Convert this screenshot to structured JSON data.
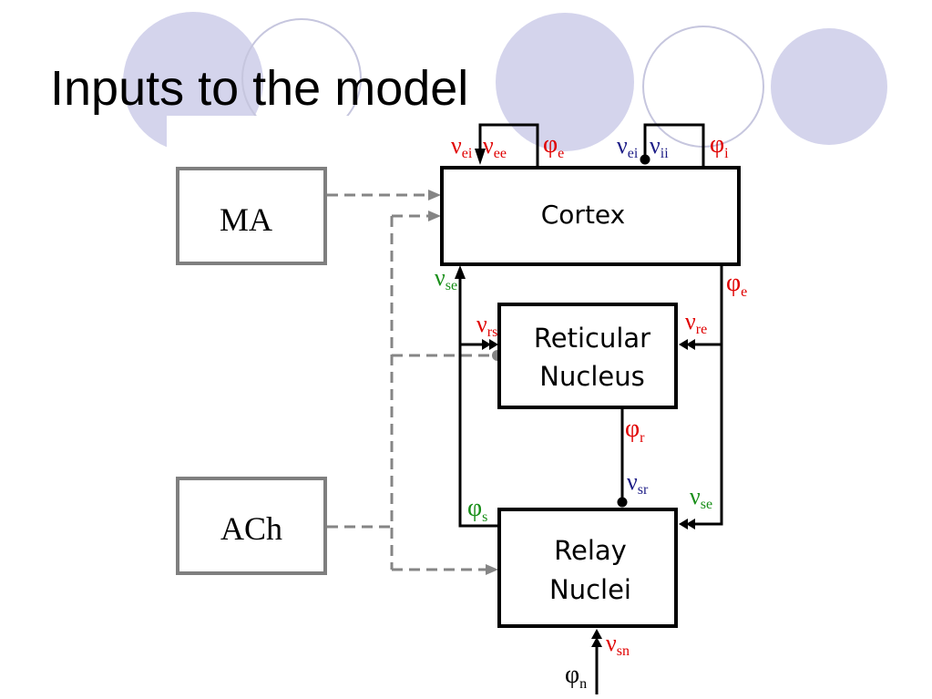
{
  "slide": {
    "title": "Inputs to the model"
  },
  "diagram": {
    "boxes": {
      "ma": "MA",
      "ach": "ACh",
      "cortex": "Cortex",
      "reticular": [
        "Reticular",
        "Nucleus"
      ],
      "relay": [
        "Relay",
        "Nuclei"
      ]
    },
    "labels": [
      {
        "symbol": "ν",
        "sub": "ei",
        "color": "red"
      },
      {
        "symbol": "ν",
        "sub": "ee",
        "color": "red"
      },
      {
        "symbol": "φ",
        "sub": "e",
        "color": "red"
      },
      {
        "symbol": "ν",
        "sub": "ei",
        "color": "blue"
      },
      {
        "symbol": "ν",
        "sub": "ii",
        "color": "blue"
      },
      {
        "symbol": "φ",
        "sub": "i",
        "color": "red"
      },
      {
        "symbol": "ν",
        "sub": "se",
        "color": "green"
      },
      {
        "symbol": "φ",
        "sub": "e",
        "color": "red"
      },
      {
        "symbol": "ν",
        "sub": "rs",
        "color": "red"
      },
      {
        "symbol": "ν",
        "sub": "re",
        "color": "red"
      },
      {
        "symbol": "φ",
        "sub": "r",
        "color": "red"
      },
      {
        "symbol": "ν",
        "sub": "sr",
        "color": "blue"
      },
      {
        "symbol": "φ",
        "sub": "s",
        "color": "green"
      },
      {
        "symbol": "ν",
        "sub": "se",
        "color": "green"
      },
      {
        "symbol": "ν",
        "sub": "sn",
        "color": "red"
      },
      {
        "symbol": "φ",
        "sub": "n",
        "color": "black"
      }
    ]
  },
  "colors": {
    "red": "#e00000",
    "blue": "#1c1c86",
    "green": "#188e18",
    "black": "#000000",
    "box_border": "#000000",
    "input_box_border": "#7f7f7f",
    "dashed_line": "#858585",
    "decor_circle_fill": "#d4d4ec",
    "decor_circle_outline": "#c6c6de"
  }
}
